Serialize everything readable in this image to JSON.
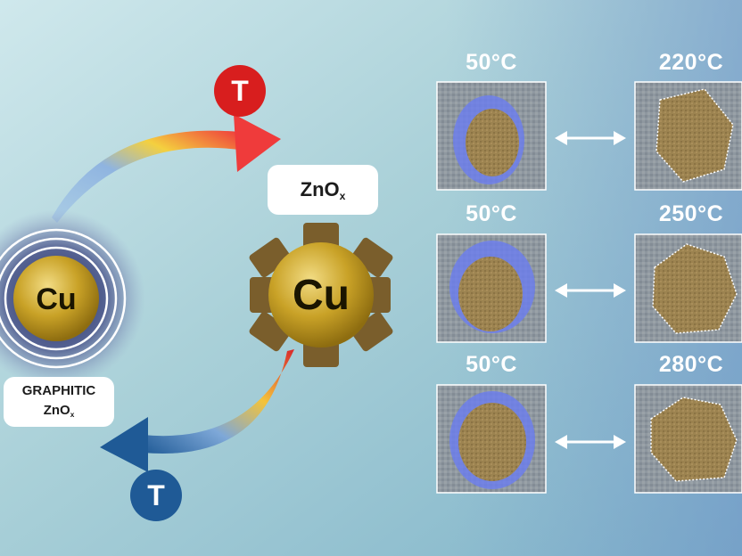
{
  "badges": {
    "top": "T",
    "bottom": "T"
  },
  "labels": {
    "cu_small": "Cu",
    "cu_large": "Cu",
    "zno_main": "ZnO",
    "zno_sub": "x",
    "graphitic_line1": "GRAPHITIC",
    "graphitic_line2_main": "ZnO",
    "graphitic_line2_sub": "x"
  },
  "micrographs": [
    {
      "left_temp": "50°C",
      "right_temp": "220°C"
    },
    {
      "left_temp": "50°C",
      "right_temp": "250°C"
    },
    {
      "left_temp": "50°C",
      "right_temp": "280°C"
    }
  ],
  "colors": {
    "badge_red": "#d81e1e",
    "badge_blue": "#1f5a96",
    "gold": "#c9a227",
    "zno_shell": "#7a5e2c",
    "shell_overlay": "#6a7df0"
  }
}
